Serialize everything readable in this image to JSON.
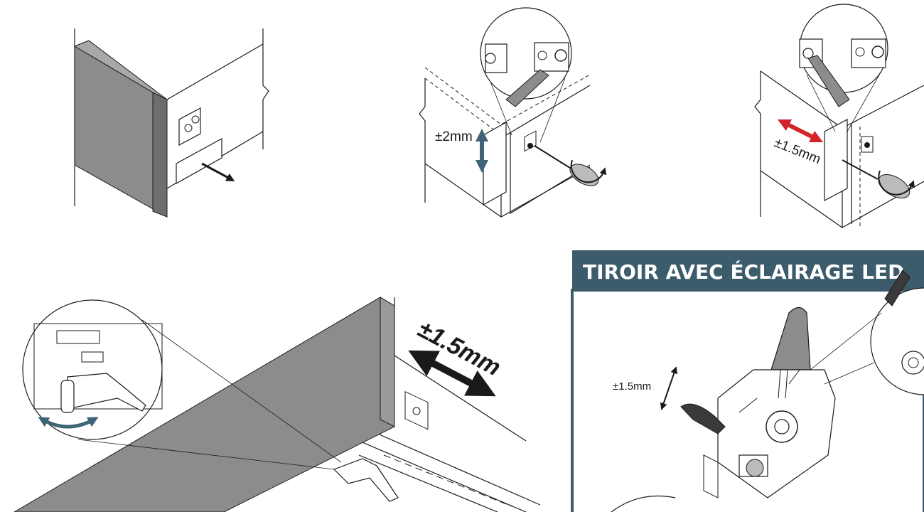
{
  "colors": {
    "panel_gray": "#8c8c8c",
    "header_teal": "#3c5b6b",
    "arrow_teal": "#3f6476",
    "arrow_red": "#d3242b",
    "line": "#1a1a1a"
  },
  "step_adjust_height": {
    "label": "±2mm"
  },
  "step_adjust_side": {
    "label": "±1.5mm"
  },
  "main_drawer": {
    "label": "±1.5mm"
  },
  "led_section": {
    "title": "TIROIR AVEC ÉCLAIRAGE LED",
    "label": "±1.5mm"
  }
}
